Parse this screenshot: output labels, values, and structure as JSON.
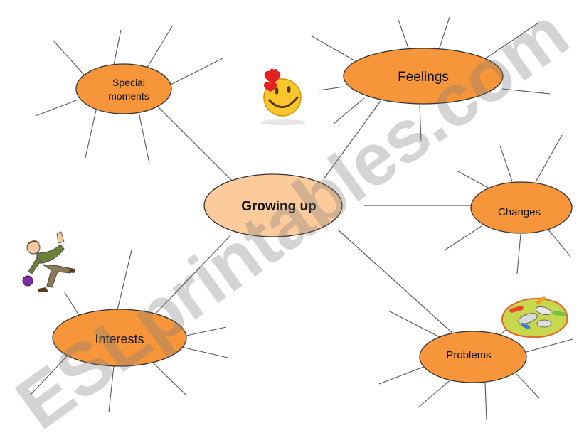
{
  "center": {
    "label": "Growing up"
  },
  "nodes": [
    {
      "id": "special-moments",
      "lines": [
        "Special",
        "moments"
      ]
    },
    {
      "id": "feelings",
      "lines": [
        "Feelings"
      ]
    },
    {
      "id": "changes",
      "lines": [
        "Changes"
      ]
    },
    {
      "id": "interests",
      "lines": [
        "Interests"
      ]
    },
    {
      "id": "problems",
      "lines": [
        "Problems"
      ]
    }
  ],
  "watermark": "ESLprintables.com",
  "colors": {
    "node_fill": "#F7953A",
    "center_fill": "#FCCB9B",
    "outline": "#333333",
    "line": "#555555",
    "watermark": "#888888"
  },
  "pictures": [
    "smiley-with-hearts",
    "bowling-man",
    "candy-pills-plate"
  ]
}
